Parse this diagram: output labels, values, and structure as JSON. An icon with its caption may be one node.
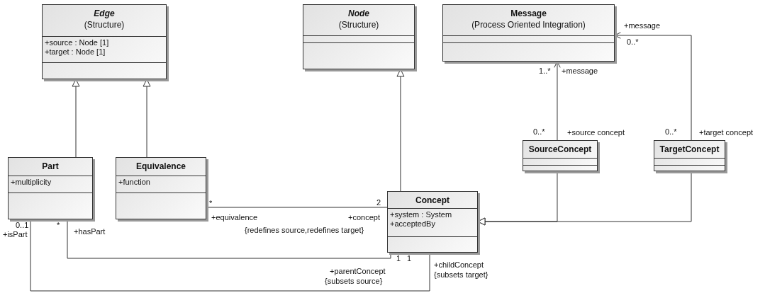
{
  "diagram": {
    "nodes": [
      {
        "text": [
          "Edge",
          "(Structure)",
          "+source : Node [1]",
          "+target : Node [1]"
        ]
      },
      {
        "text": [
          "Node",
          "(Structure)"
        ]
      },
      {
        "text": [
          "Message",
          "(Process Oriented Integration)"
        ]
      },
      {
        "text": [
          "Part",
          "+multiplicity"
        ]
      },
      {
        "text": [
          "Equivalence",
          "+function"
        ]
      },
      {
        "text": [
          "SourceConcept"
        ]
      },
      {
        "text": [
          "TargetConcept"
        ]
      },
      {
        "text": [
          "Concept",
          "+system : System",
          "+acceptedBy"
        ]
      }
    ],
    "edges": [
      {
        "from": 3,
        "to": 0,
        "arrow": "to"
      },
      {
        "from": 4,
        "to": 0,
        "arrow": "to"
      },
      {
        "from": 7,
        "to": 1,
        "arrow": "to"
      },
      {
        "from": 5,
        "to": 2,
        "arrow": "to"
      },
      {
        "from": 6,
        "to": 2,
        "arrow": "to"
      },
      {
        "from": 5,
        "to": 7,
        "arrow": "to"
      },
      {
        "from": 6,
        "to": 7,
        "arrow": "to"
      },
      {
        "from": 4,
        "to": 7,
        "arrow": "none"
      },
      {
        "from": 3,
        "to": 7,
        "arrow": "none"
      },
      {
        "from": 3,
        "to": 7,
        "arrow": "none"
      }
    ],
    "labels": [
      "+message",
      "0..*",
      "1..*",
      "+message",
      "0..*",
      "+source concept",
      "0..*",
      "+target concept",
      "*",
      "2",
      "+equivalence",
      "+concept",
      "0..1",
      "*",
      "+isPart",
      "+hasPart",
      "{redefines source,redefines target}",
      "1",
      "1",
      "+childConcept",
      "+parentConcept",
      "{subsets target}",
      "{subsets source}"
    ]
  }
}
